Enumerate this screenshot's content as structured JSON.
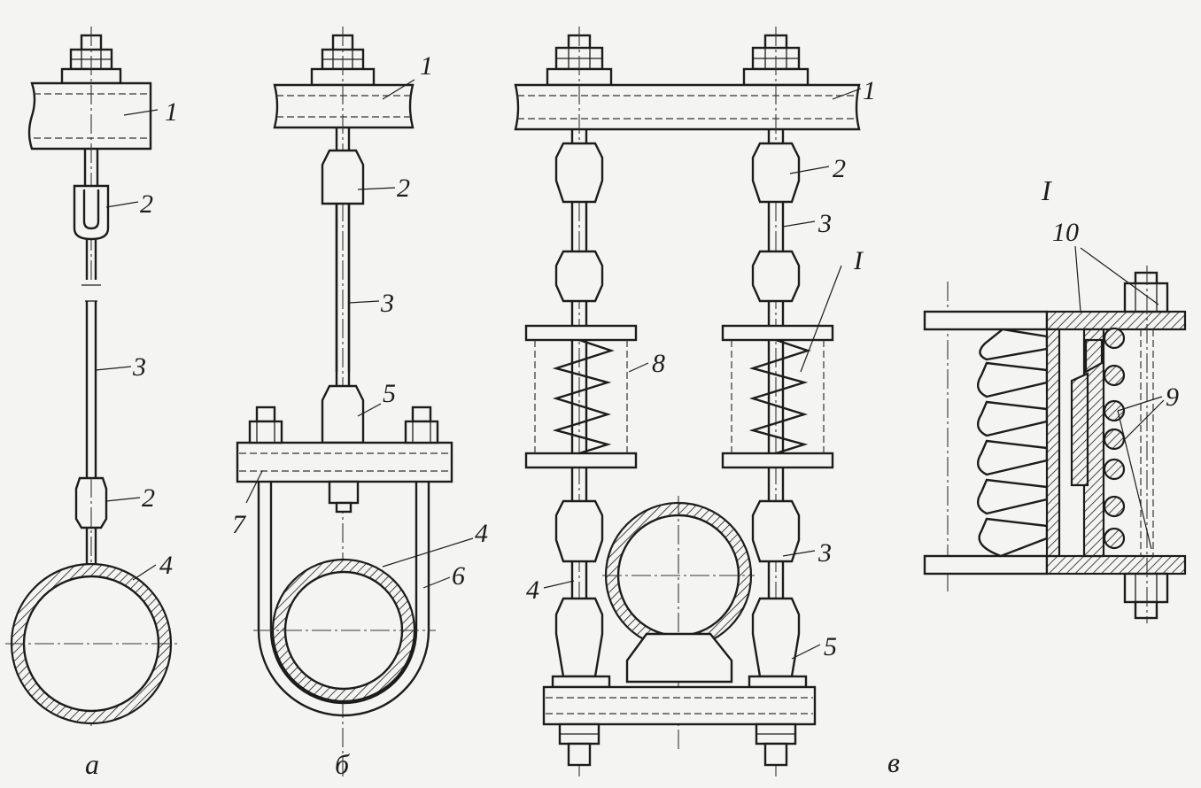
{
  "captions": {
    "a": "а",
    "b": "б",
    "v": "в",
    "detail": "I"
  },
  "labels": {
    "a": [
      "1",
      "2",
      "3",
      "2",
      "4"
    ],
    "b": [
      "1",
      "2",
      "3",
      "5",
      "4",
      "6",
      "7"
    ],
    "v": [
      "1",
      "2",
      "3",
      "8",
      "I",
      "3",
      "4",
      "5"
    ],
    "detail": [
      "10",
      "9"
    ]
  },
  "colors": {
    "ink": "#1c1c1c",
    "paper": "#f4f4f2"
  }
}
